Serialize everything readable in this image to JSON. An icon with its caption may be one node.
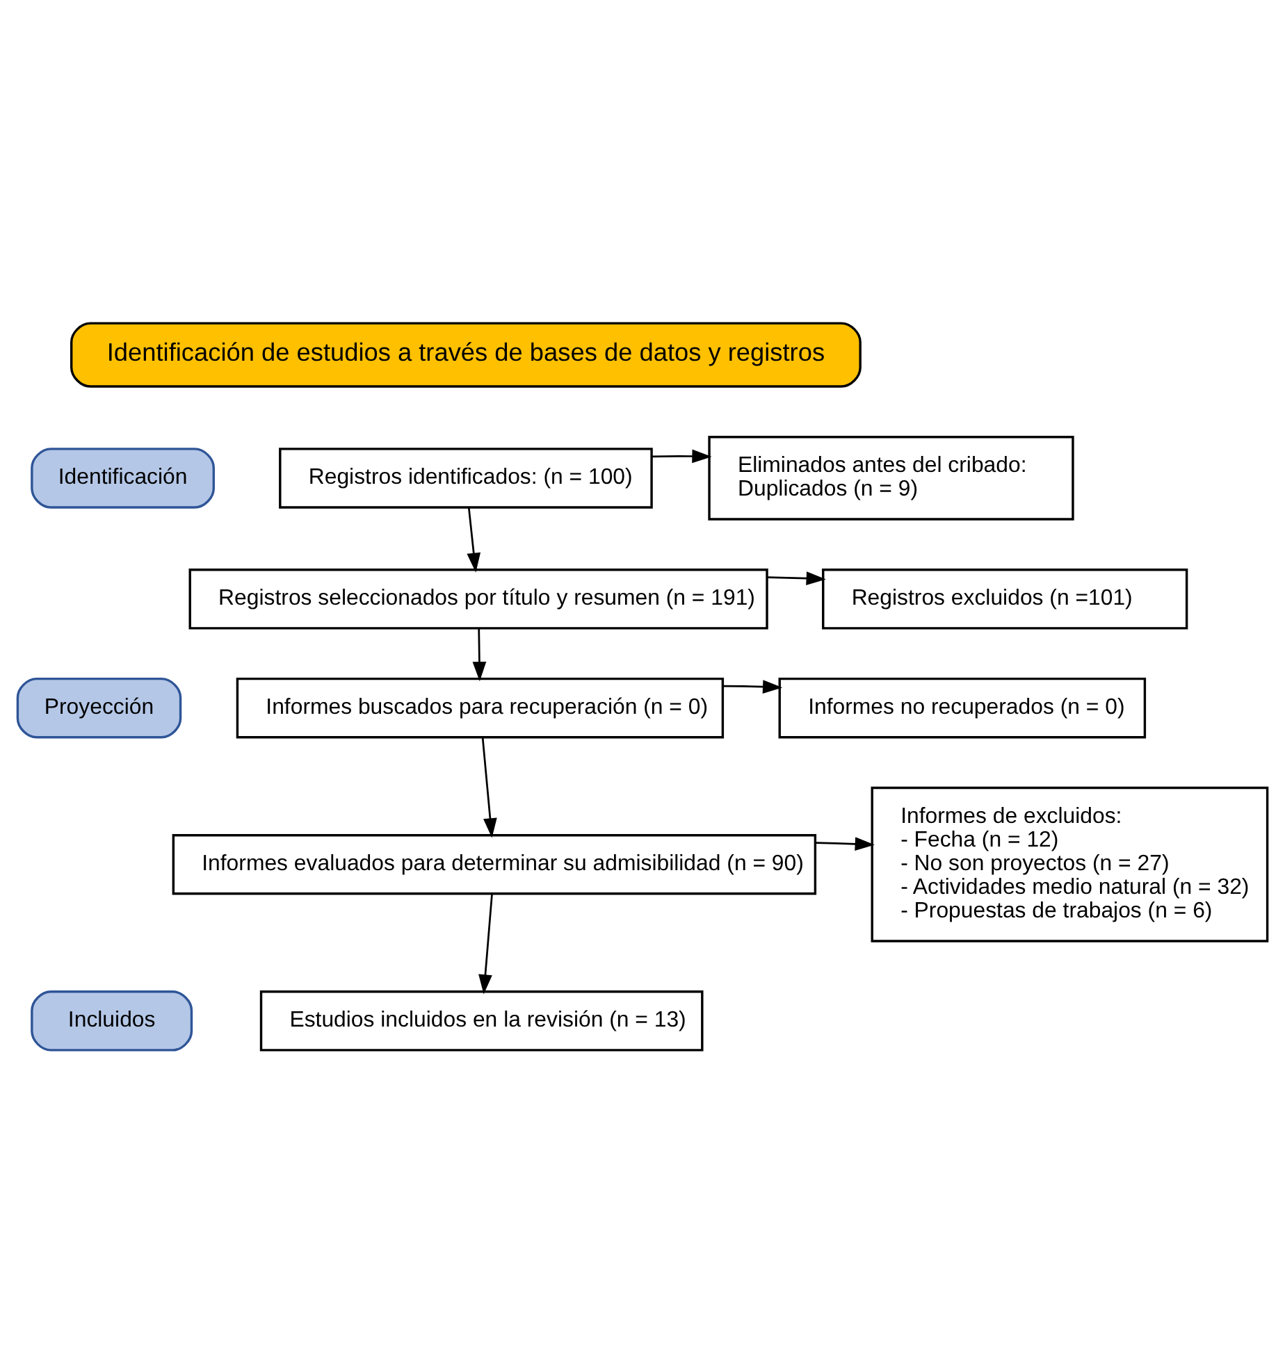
{
  "diagram": {
    "nodes": [
      {
        "text": [
          "Identificación de estudios a través de bases de datos y registros"
        ]
      },
      {
        "text": [
          "Identificación"
        ]
      },
      {
        "text": [
          "Registros identificados: (n = 100)"
        ]
      },
      {
        "text": [
          "Eliminados antes del cribado:",
          "Duplicados (n = 9)"
        ]
      },
      {
        "text": [
          "Proyección"
        ]
      },
      {
        "text": [
          "Registros seleccionados por título y resumen (n = 191)"
        ]
      },
      {
        "text": [
          "Registros excluidos (n =101)"
        ]
      },
      {
        "text": [
          "Informes buscados para recuperación (n = 0)"
        ]
      },
      {
        "text": [
          "Informes no recuperados (n = 0)"
        ]
      },
      {
        "text": [
          "Informes evaluados para determinar su admisibilidad (n = 90)"
        ]
      },
      {
        "text": [
          "Informes de excluidos:",
          "- Fecha (n = 12)",
          "- No son proyectos (n = 27)",
          "- Actividades medio natural (n = 32)",
          "- Propuestas de trabajos (n = 6)"
        ]
      },
      {
        "text": [
          "Incluidos"
        ]
      },
      {
        "text": [
          "Estudios incluidos en la revisión (n = 13)"
        ]
      }
    ],
    "edges": [
      {
        "from": 2,
        "to": 3,
        "arrow": "to"
      },
      {
        "from": 2,
        "to": 5,
        "arrow": "to"
      },
      {
        "from": 5,
        "to": 6,
        "arrow": "to"
      },
      {
        "from": 5,
        "to": 7,
        "arrow": "to"
      },
      {
        "from": 7,
        "to": 8,
        "arrow": "to"
      },
      {
        "from": 7,
        "to": 9,
        "arrow": "to"
      },
      {
        "from": 9,
        "to": 10,
        "arrow": "to"
      },
      {
        "from": 9,
        "to": 12,
        "arrow": "to"
      }
    ]
  }
}
